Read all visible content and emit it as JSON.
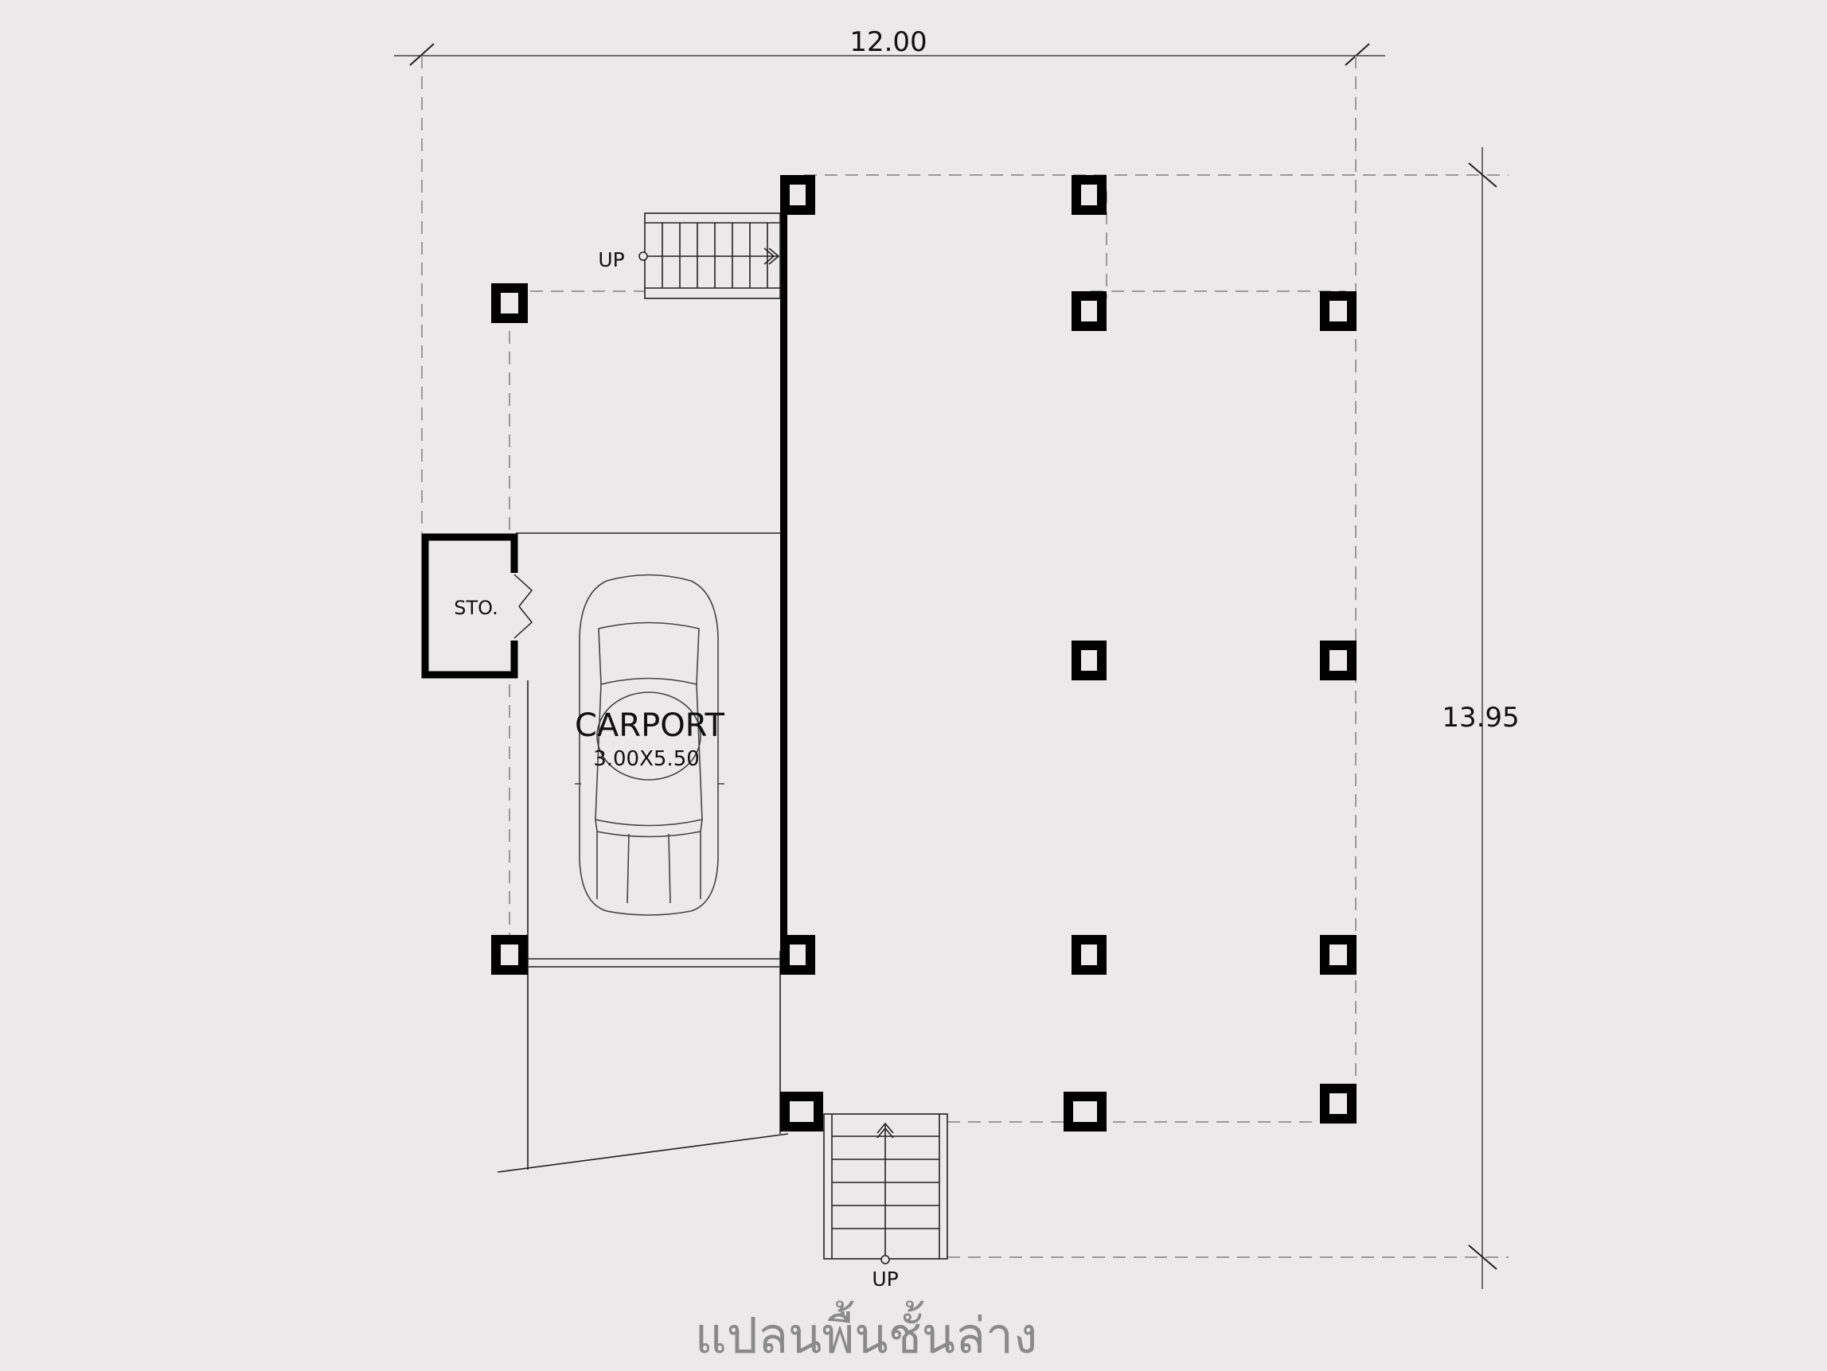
{
  "plan": {
    "title": "แปลนพื้นชั้นล่าง",
    "dim_width": "12.00",
    "dim_depth": "13.95",
    "labels": {
      "storage": "STO.",
      "carport": "CARPORT",
      "carport_size": "3.00X5.50",
      "stair_top_up": "UP",
      "stair_bottom_up": "UP"
    }
  },
  "colors": {
    "background": "#ebe9ea",
    "wall": "#000000",
    "guide_line": "#9a9a9a",
    "title_text": "#8a8a8a"
  }
}
